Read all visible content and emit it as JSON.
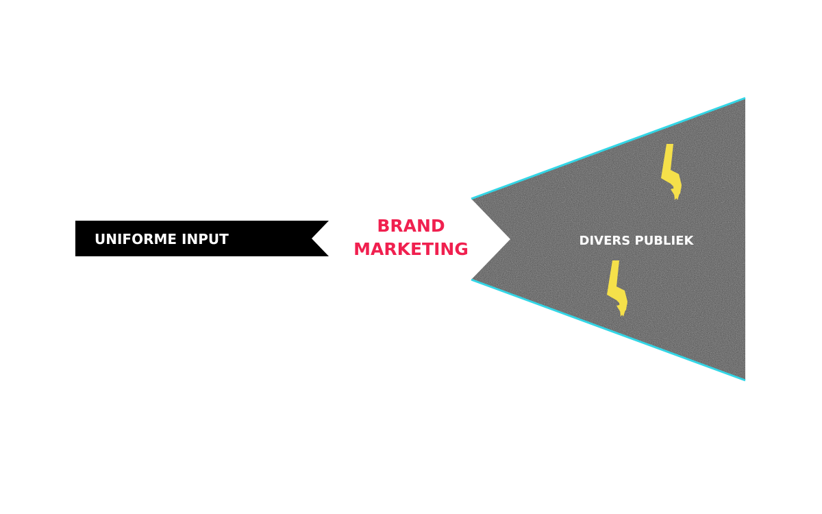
{
  "diagram": {
    "input_label": "UNIFORME INPUT",
    "center_line1": "BRAND",
    "center_line2": "MARKETING",
    "output_label": "DIVERS PUBLIEK",
    "icons": [
      "lightning-bolt-icon",
      "lightning-bolt-icon"
    ]
  },
  "colors": {
    "input_band": "#000000",
    "input_text": "#ffffff",
    "center_text": "#f0204f",
    "audience_fill": "#3a3a3a",
    "audience_edge": "#33d6e6",
    "audience_text": "#ffffff",
    "bolt": "#f5e04a"
  }
}
